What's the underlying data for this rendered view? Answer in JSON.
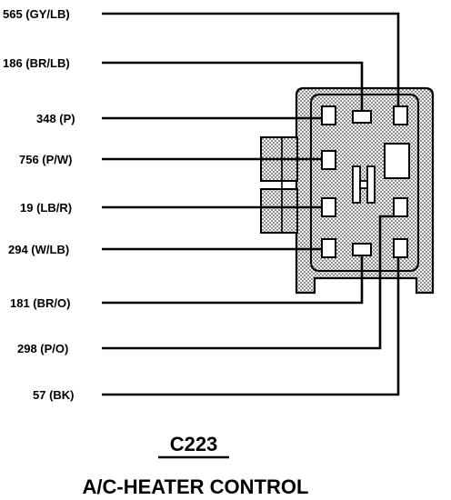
{
  "connector": {
    "id": "C223",
    "name": "A/C-HEATER CONTROL"
  },
  "wires": [
    {
      "label": "565 (GY/LB)"
    },
    {
      "label": "186 (BR/LB)"
    },
    {
      "label": "348 (P)"
    },
    {
      "label": "756 (P/W)"
    },
    {
      "label": "19 (LB/R)"
    },
    {
      "label": "294 (W/LB)"
    },
    {
      "label": "181 (BR/O)"
    },
    {
      "label": "298 (P/O)"
    },
    {
      "label": "57 (BK)"
    }
  ]
}
